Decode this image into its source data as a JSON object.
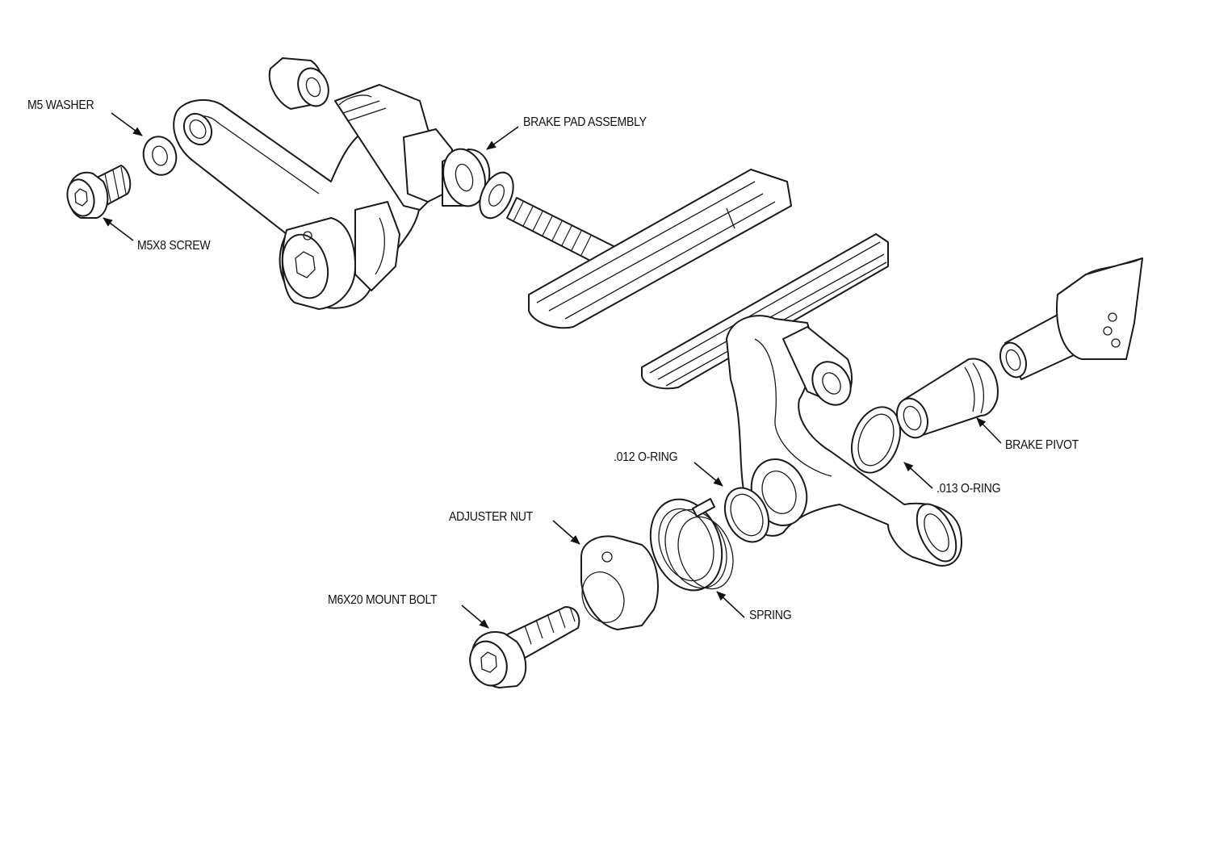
{
  "callouts": {
    "m5_washer": "M5 WASHER",
    "m5x8_screw": "M5X8 SCREW",
    "brake_pad_assembly": "BRAKE PAD ASSEMBLY",
    "brake_pivot": "BRAKE PIVOT",
    "o_ring_012": ".012 O-RING",
    "o_ring_013": ".013 O-RING",
    "adjuster_nut": "ADJUSTER NUT",
    "m6x20_mount_bolt": "M6X20 MOUNT BOLT",
    "spring": "SPRING"
  },
  "colors": {
    "line": "#1a1a1a",
    "background": "#ffffff"
  }
}
